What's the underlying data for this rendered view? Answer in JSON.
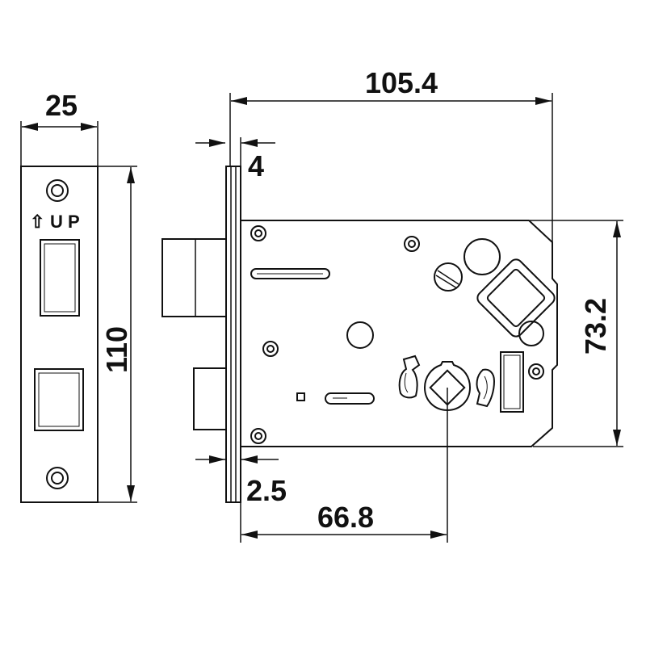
{
  "drawing": {
    "line_color": "#111111",
    "background": "#ffffff",
    "faceplate": {
      "up_label": "U P",
      "up_arrow_glyph": "⇧"
    },
    "dimensions": {
      "faceplate_width": "25",
      "faceplate_height": "110",
      "overall_length": "105.4",
      "forend_thickness": "4",
      "case_height": "73.2",
      "plate_thickness": "2.5",
      "backset": "66.8"
    }
  }
}
